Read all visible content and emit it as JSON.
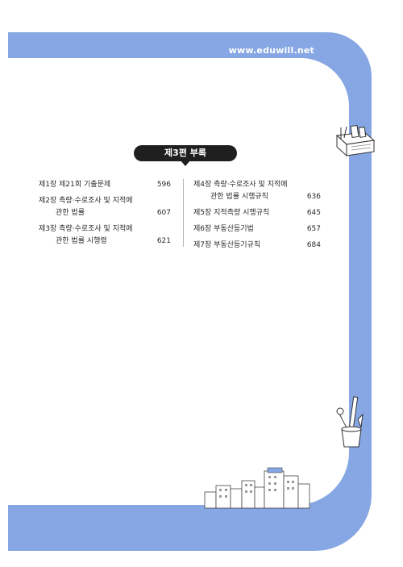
{
  "header": {
    "website": "www.eduwill.net"
  },
  "part_title": "제3편 부록",
  "toc": {
    "left": [
      {
        "lines": [
          "제1장  제21회 기출문제"
        ],
        "page": "596"
      },
      {
        "lines": [
          "제2장  측량·수로조사 및 지적에",
          "관한 법률"
        ],
        "page": "607"
      },
      {
        "lines": [
          "제3장  측량·수로조사 및 지적에",
          "관한 법률 시행령"
        ],
        "page": "621"
      }
    ],
    "right": [
      {
        "lines": [
          "제4장  측량·수로조사 및 지적에",
          "관한 법률 시행규칙"
        ],
        "page": "636"
      },
      {
        "lines": [
          "제5장  지적측량 시행규칙"
        ],
        "page": "645"
      },
      {
        "lines": [
          "제6장  부동산등기법"
        ],
        "page": "657"
      },
      {
        "lines": [
          "제7장  부동산등기규칙"
        ],
        "page": "684"
      }
    ]
  },
  "colors": {
    "frame": "#86a7e3",
    "pill": "#1f1f1f",
    "text": "#2a2a2a"
  },
  "decorations": [
    "desk-organizer-icon",
    "pencil-cup-icon",
    "city-buildings-illustration"
  ]
}
